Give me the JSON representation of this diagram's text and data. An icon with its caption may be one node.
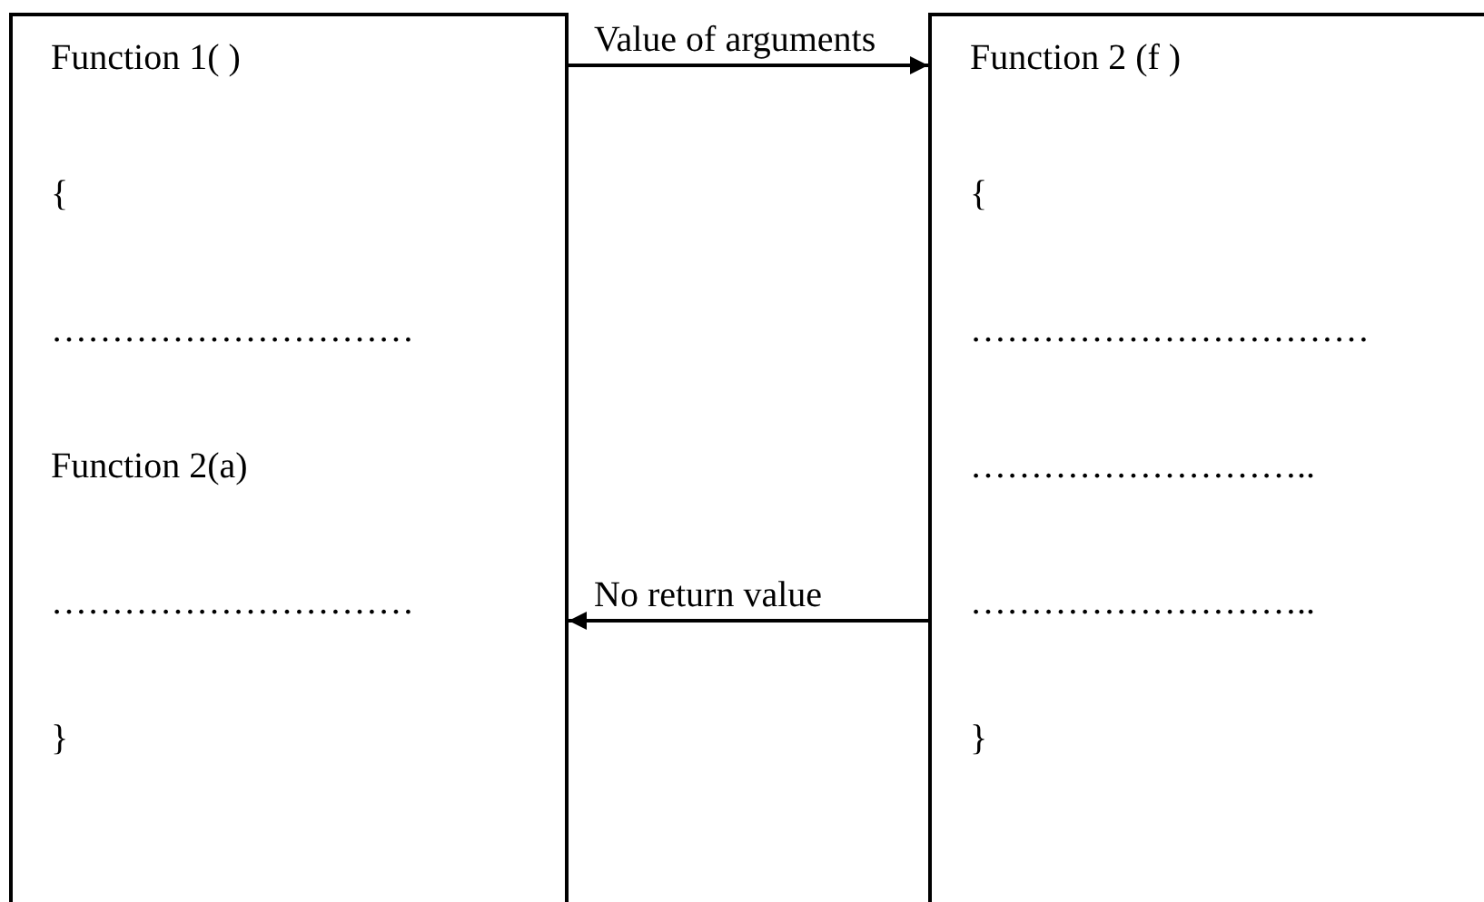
{
  "diagram": {
    "nodes": [
      {
        "text": [
          "Function 1( )",
          "{",
          "…………………………",
          "Function 2(a)",
          "…………………………",
          "}"
        ]
      },
      {
        "text": [
          "Function 2 (f )",
          "{",
          "……………………………",
          "………………………..",
          "………………………..",
          "}"
        ]
      }
    ],
    "edges": [
      {
        "from": 0,
        "to": 1,
        "arrow": "to",
        "label": "Value of arguments"
      },
      {
        "from": 1,
        "to": 0,
        "arrow": "to",
        "label": "No return value"
      }
    ]
  }
}
